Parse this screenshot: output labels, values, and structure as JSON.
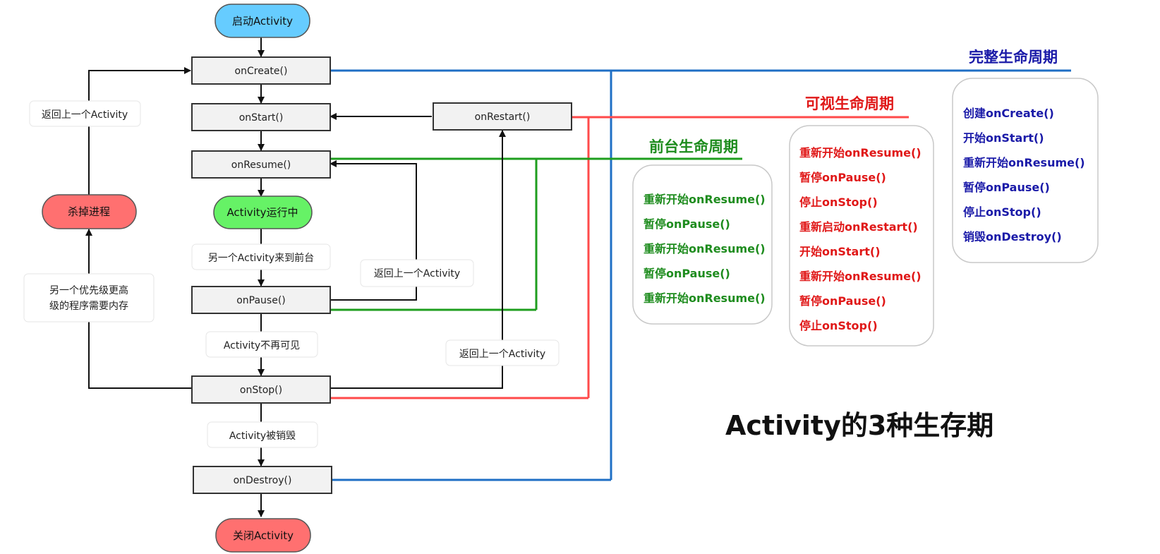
{
  "colors": {
    "start_pill": "#66ccff",
    "running_pill": "#66f266",
    "end_pill": "#ff7070",
    "entire": "#1f6fc5",
    "visible": "#ff4a4a",
    "foreground": "#1e9e1e",
    "entire_text": "#1a1aa8",
    "visible_text": "#e01818",
    "foreground_text": "#1e8c1e"
  },
  "pills": {
    "start": "启动Activity",
    "running": "Activity运行中",
    "kill": "杀掉进程",
    "close": "关闭Activity"
  },
  "methods": {
    "oncreate": "onCreate()",
    "onstart": "onStart()",
    "onresume": "onResume()",
    "onpause": "onPause()",
    "onstop": "onStop()",
    "ondestroy": "onDestroy()",
    "onrestart": "onRestart()"
  },
  "notes": {
    "return_top": "返回上一个Activity",
    "another_foreground": "另一个Activity来到前台",
    "return_mid": "返回上一个Activity",
    "priority_line1": "另一个优先级更高",
    "priority_line2": "级的程序需要内存",
    "no_longer_visible": "Activity不再可见",
    "return_bottom": "返回上一个Activity",
    "destroyed": "Activity被销毁"
  },
  "lifetimes": {
    "entire": {
      "heading": "完整生命周期",
      "items": [
        "创建onCreate()",
        "开始onStart()",
        "重新开始onResume()",
        "暂停onPause()",
        "停止onStop()",
        "销毁onDestroy()"
      ]
    },
    "visible": {
      "heading": "可视生命周期",
      "items": [
        "重新开始onResume()",
        "暂停onPause()",
        "停止onStop()",
        "重新启动onRestart()",
        "开始onStart()",
        "重新开始onResume()",
        "暂停onPause()",
        "停止onStop()"
      ]
    },
    "foreground": {
      "heading": "前台生命周期",
      "items": [
        "重新开始onResume()",
        "暂停onPause()",
        "重新开始onResume()",
        "暂停onPause()",
        "重新开始onResume()"
      ]
    }
  },
  "title": "Activity的3种生存期"
}
